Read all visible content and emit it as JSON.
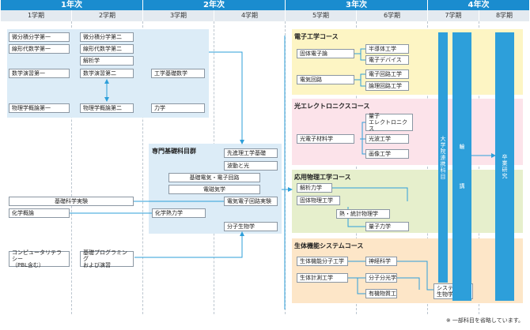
{
  "years": [
    "1年次",
    "2年次",
    "3年次",
    "4年次"
  ],
  "terms": [
    "1学期",
    "2学期",
    "3学期",
    "4学期",
    "5学期",
    "6学期",
    "7学期",
    "8学期"
  ],
  "math": {
    "calc1": "微分積分学第一",
    "calc2": "微分積分学第二",
    "linalg1": "線形代数学第一",
    "linalg2": "線形代数学第二",
    "analysis": "解析学",
    "exercise1": "数学演習第一",
    "exercise2": "数学演習第二",
    "engmath": "工学基礎数学"
  },
  "physics": {
    "phys1": "物理学概論第一",
    "phys2": "物理学概論第二",
    "mechanics": "力学"
  },
  "basic_group": {
    "title": "専門基礎科目群",
    "advanced": "先進理工学基礎",
    "waves": "波動と光",
    "electric": "基礎電気・電子回路",
    "em": "電磁気学",
    "circuit_lab": "電気電子回路実験",
    "thermo": "化学熱力学",
    "molbio": "分子生物学"
  },
  "left": {
    "basic_lab": "基礎科学実験",
    "chemistry": "化学概論",
    "literacy_1": "コンピュータリテラシー",
    "literacy_2": "（PBL含む）",
    "programming_1": "基礎プログラミング",
    "programming_2": "および演習"
  },
  "courses": {
    "electronics": {
      "title": "電子工学コース",
      "solid": "固体電子論",
      "semi": "半導体工学",
      "device": "電子デバイス",
      "circuit": "電気回路",
      "ecircuit": "電子回路工学",
      "logic": "論理回路工学"
    },
    "optoelectronics": {
      "title": "光エレクトロニクスコース",
      "material": "光電子材料学",
      "q1": "量子",
      "q2": "エレクトロニクス",
      "lightwave": "光波工学",
      "image": "画像工学"
    },
    "applied_physics": {
      "title": "応用物理工学コース",
      "analytic": "解析力学",
      "solidphys": "固体物理工学",
      "stat": "熱・統計物理学",
      "quantum": "量子力学"
    },
    "bio": {
      "title": "生体機能システムコース",
      "biomol": "生体機能分子工学",
      "neuro": "神経科学",
      "biomeas": "生体計測工学",
      "molgenetics": "分子分光学",
      "organic": "有機物質工",
      "sys1": "システム",
      "sys2": "生物学"
    }
  },
  "vertical": {
    "grad": "大学院連携科目",
    "seminar_1": "輪",
    "seminar_2": "講",
    "thesis": "卒業研究"
  },
  "note": "※ 一部科目を省略しています。",
  "colors": {
    "year": "#1a8ccf",
    "math_area": "#dcecf7",
    "electronics": "#fdf5c4",
    "opto": "#fce3ea",
    "applied": "#e6efcc",
    "bio": "#fde6c8",
    "bar": "#2d9fda"
  }
}
